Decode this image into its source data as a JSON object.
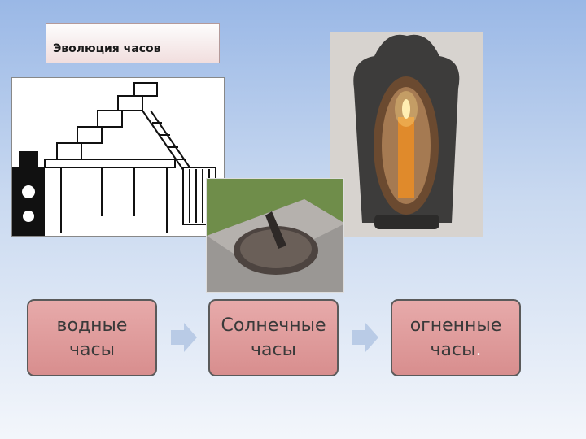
{
  "title": "Эволюция часов",
  "boxes": [
    {
      "line1": "водные",
      "line2": "часы",
      "tail": ""
    },
    {
      "line1": "Солнечные",
      "line2": "часы",
      "tail": ""
    },
    {
      "line1": "огненные",
      "line2": "часы",
      "tail": "."
    }
  ],
  "images": [
    "water-clock-illustration",
    "sundial-photo",
    "candle-clock-photo"
  ],
  "colors": {
    "box_fill": "#dc9696",
    "arrow": "#b9cbe6",
    "title_bg": "#f1dede"
  }
}
